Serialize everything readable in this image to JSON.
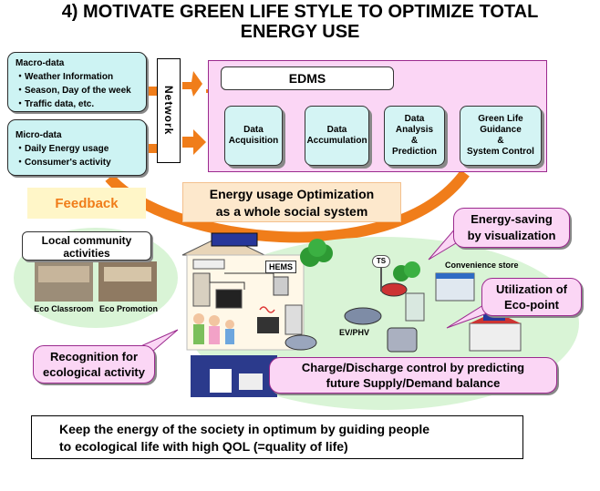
{
  "title_line1": "4) MOTIVATE GREEN LIFE STYLE TO OPTIMIZE TOTAL",
  "title_line2": "ENERGY USE",
  "macro": {
    "heading": "Macro-data",
    "items": [
      "Weather Information",
      "Season, Day of the week",
      "Traffic data, etc."
    ]
  },
  "micro": {
    "heading": "Micro-data",
    "items": [
      "Daily Energy usage",
      "Consumer's activity"
    ]
  },
  "network_label": "Network",
  "edms": {
    "label": "EDMS",
    "steps": [
      [
        "Data",
        "Acquisition"
      ],
      [
        "Data",
        "Accumulation"
      ],
      [
        "Data",
        "Analysis",
        "&",
        "Prediction"
      ],
      [
        "Green Life",
        "Guidance",
        "&",
        "System Control"
      ]
    ]
  },
  "feedback_label": "Feedback",
  "optimization": [
    "Energy usage Optimization",
    "as a whole social system"
  ],
  "community": {
    "label": [
      "Local community",
      "activities"
    ],
    "captions": [
      "Eco Classroom",
      "Eco Promotion"
    ]
  },
  "energy_saving": [
    "Energy-saving",
    "by visualization"
  ],
  "convenience_store": "Convenience store",
  "eco_point": [
    "Utilization of",
    "Eco-point"
  ],
  "hems_label": "HEMS",
  "ts_label": "TS",
  "ev_label": "EV/PHV",
  "recognition": [
    "Recognition for",
    "ecological activity"
  ],
  "charge": [
    "Charge/Discharge control by predicting",
    "future Supply/Demand balance"
  ],
  "bottom_text": [
    "Keep the energy of the society in optimum by guiding people",
    "to ecological life with high QOL (=quality of life)"
  ],
  "colors": {
    "arrow_orange": "#f07d1a",
    "pink_fill": "#fbd6f5",
    "cyan_fill": "#cdf3f3",
    "green_ellipse": "#d9f4d6",
    "feedback_yellow": "#fff6c8",
    "optim_fill": "#fde8cc"
  }
}
